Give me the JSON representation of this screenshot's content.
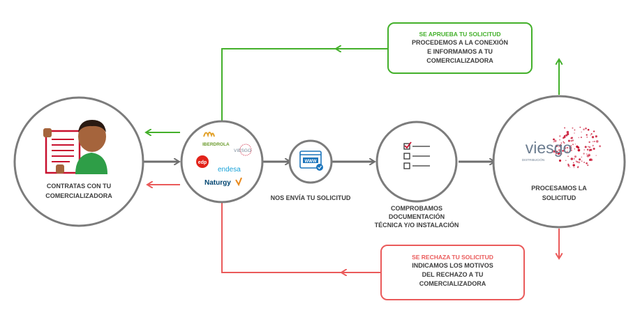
{
  "colors": {
    "approve": "#43b02a",
    "reject": "#ea5a5a",
    "flow": "#6e6e6e",
    "circle": "#7c7c7c",
    "viesgo_red": "#c8102e"
  },
  "steps": {
    "contract": {
      "line1": "CONTRATAS CON TU",
      "line2": "COMERCIALIZADORA"
    },
    "retailers": {
      "iberdrola": "IBERDROLA",
      "viesgo": "VIESGO",
      "edp": "edp",
      "endesa": "endesa",
      "naturgy": "Naturgy"
    },
    "send": {
      "line1": "NOS ENVÍA TU SOLICITUD",
      "www": "WWW"
    },
    "check": {
      "line1": "COMPROBAMOS",
      "line2": "DOCUMENTACIÓN",
      "line3": "TÉCNICA Y/O INSTALACIÓN"
    },
    "process": {
      "brand": "viesgo",
      "brand_sub": "DISTRIBUCIÓN",
      "line1": "PROCESAMOS LA",
      "line2": "SOLICITUD"
    }
  },
  "approved": {
    "head": "SE APRUEBA TU SOLICITUD",
    "line1": "PROCEDEMOS A LA CONEXIÓN",
    "line2": "E INFORMAMOS A TU",
    "line3": "COMERCIALIZADORA"
  },
  "rejected": {
    "head": "SE RECHAZA TU SOLICITUD",
    "line1": "INDICAMOS LOS MOTIVOS",
    "line2": "DEL RECHAZO A TU",
    "line3": "COMERCIALIZADORA"
  }
}
